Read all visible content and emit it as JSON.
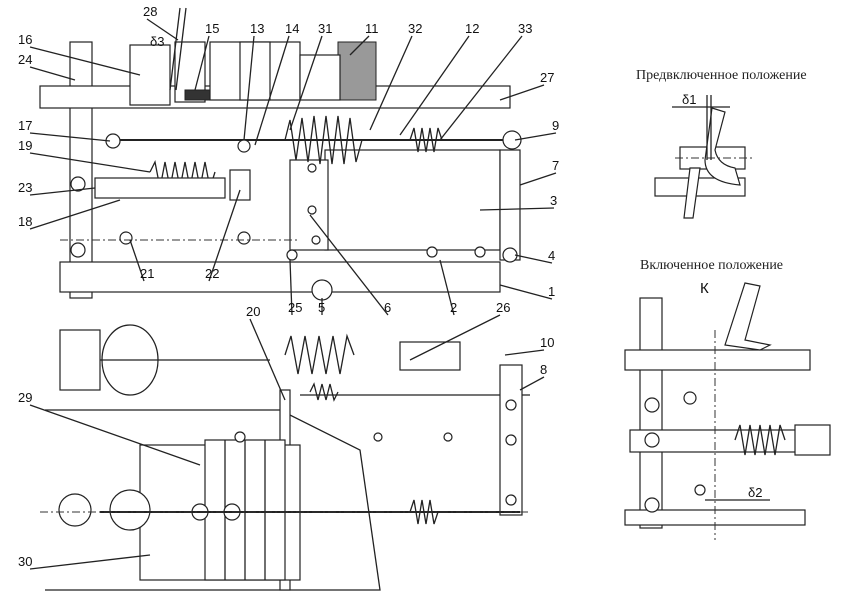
{
  "captions": {
    "pre_on": "Предвключенное положение",
    "on": "Включенное положение"
  },
  "callouts": [
    "28",
    "15",
    "13",
    "14",
    "31",
    "11",
    "32",
    "12",
    "33",
    "16",
    "24",
    "27",
    "9",
    "7",
    "3",
    "4",
    "1",
    "17",
    "19",
    "23",
    "18",
    "21",
    "22",
    "25",
    "5",
    "6",
    "2",
    "26",
    "20",
    "10",
    "8",
    "29",
    "30"
  ],
  "dimensions": {
    "delta1": "δ1",
    "delta2": "δ2",
    "delta3": "δ3",
    "k": "К"
  }
}
